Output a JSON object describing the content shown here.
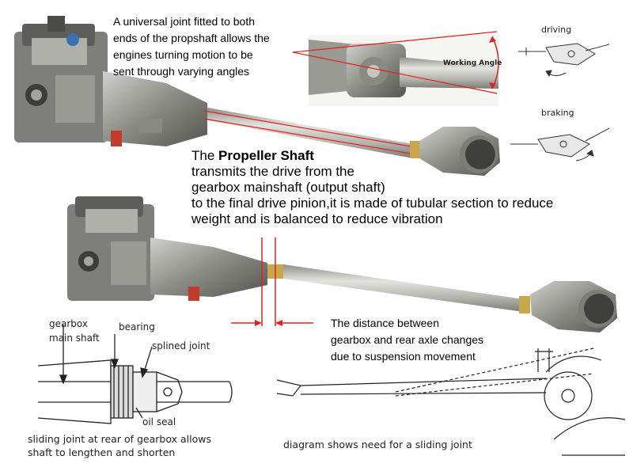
{
  "captions": {
    "universal_joint": [
      "A universal joint fitted to both",
      "ends of the propshaft allows the",
      "engines turning motion to be",
      "sent through varying angles"
    ],
    "propshaft_title_prefix": "The ",
    "propshaft_title_bold": "Propeller Shaft",
    "propshaft_desc": [
      "transmits the drive from the",
      "gearbox mainshaft (output shaft)",
      "to the final drive pinion,it is made of tubular section to reduce",
      "weight and is balanced to reduce vibration"
    ],
    "distance": [
      "The distance between",
      "gearbox and rear axle changes",
      "due to suspension movement"
    ]
  },
  "ujoint_inset": {
    "angle_label": "Working Angle"
  },
  "driving_braking": {
    "driving": "driving",
    "braking": "braking"
  },
  "sliding_joint_diagram": {
    "labels": {
      "gearbox_main_shaft_1": "gearbox",
      "gearbox_main_shaft_2": "main shaft",
      "bearing": "bearing",
      "splined_joint": "splined joint",
      "oil_seal": "oil seal"
    },
    "caption": [
      "sliding joint at rear of gearbox allows",
      "shaft to lengthen and shorten"
    ]
  },
  "suspension_diagram": {
    "caption": "diagram shows need for a sliding joint"
  },
  "colors": {
    "accent_red": "#e02020",
    "shaft_grey": "#b8b8b2",
    "metal_dark": "#6b6b6b"
  }
}
